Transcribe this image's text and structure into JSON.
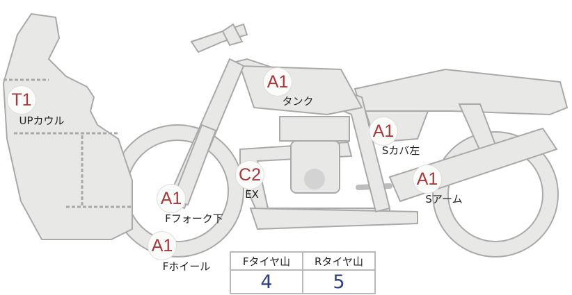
{
  "parts": [
    {
      "grade": "T1",
      "name": "UPカウル"
    },
    {
      "grade": "A1",
      "name": "タンク"
    },
    {
      "grade": "A1",
      "name": "Sカバ左"
    },
    {
      "grade": "A1",
      "name": "Sアーム"
    },
    {
      "grade": "C2",
      "name": "EX"
    },
    {
      "grade": "A1",
      "name": "Fフォーク下"
    },
    {
      "grade": "A1",
      "name": "Fホイール"
    }
  ],
  "tires": {
    "front_label": "Fタイヤ山",
    "front_value": "4",
    "rear_label": "Rタイヤ山",
    "rear_value": "5"
  },
  "colors": {
    "grade": "#a8383a",
    "value": "#2c3f7a",
    "part_fill": "#e8e8e6"
  }
}
